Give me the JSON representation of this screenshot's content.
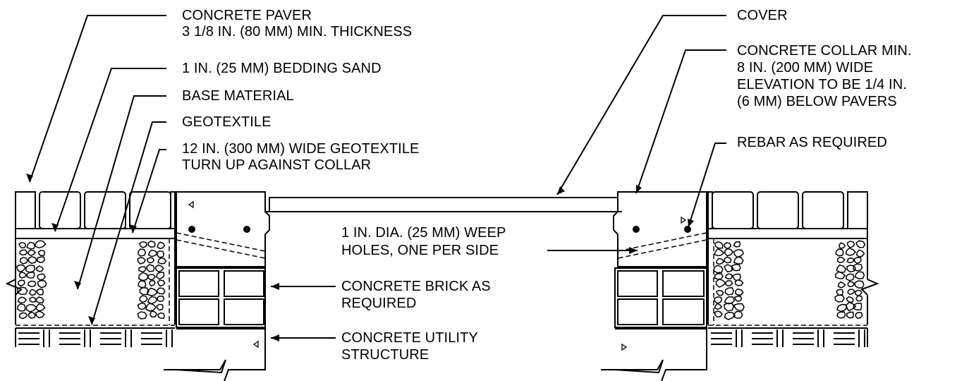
{
  "labels": {
    "paver": [
      "CONCRETE PAVER",
      "3 1/8 IN. (80 MM) MIN. THICKNESS"
    ],
    "bedding": [
      "1 IN. (25 MM) BEDDING SAND"
    ],
    "base": [
      "BASE MATERIAL"
    ],
    "geotextile": [
      "GEOTEXTILE"
    ],
    "geotextile_wide": [
      "12 IN. (300 MM) WIDE GEOTEXTILE",
      "TURN UP AGAINST COLLAR"
    ],
    "cover": [
      "COVER"
    ],
    "collar": [
      "CONCRETE COLLAR MIN.",
      "8 IN. (200 MM) WIDE",
      "ELEVATION TO BE 1/4 IN.",
      "(6 MM) BELOW PAVERS"
    ],
    "rebar": [
      "REBAR AS REQUIRED"
    ],
    "weep": [
      "1 IN. DIA. (25 MM) WEEP",
      "HOLES, ONE PER SIDE"
    ],
    "brick": [
      "CONCRETE BRICK AS",
      "REQUIRED"
    ],
    "utility": [
      "CONCRETE UTILITY",
      "STRUCTURE"
    ]
  }
}
